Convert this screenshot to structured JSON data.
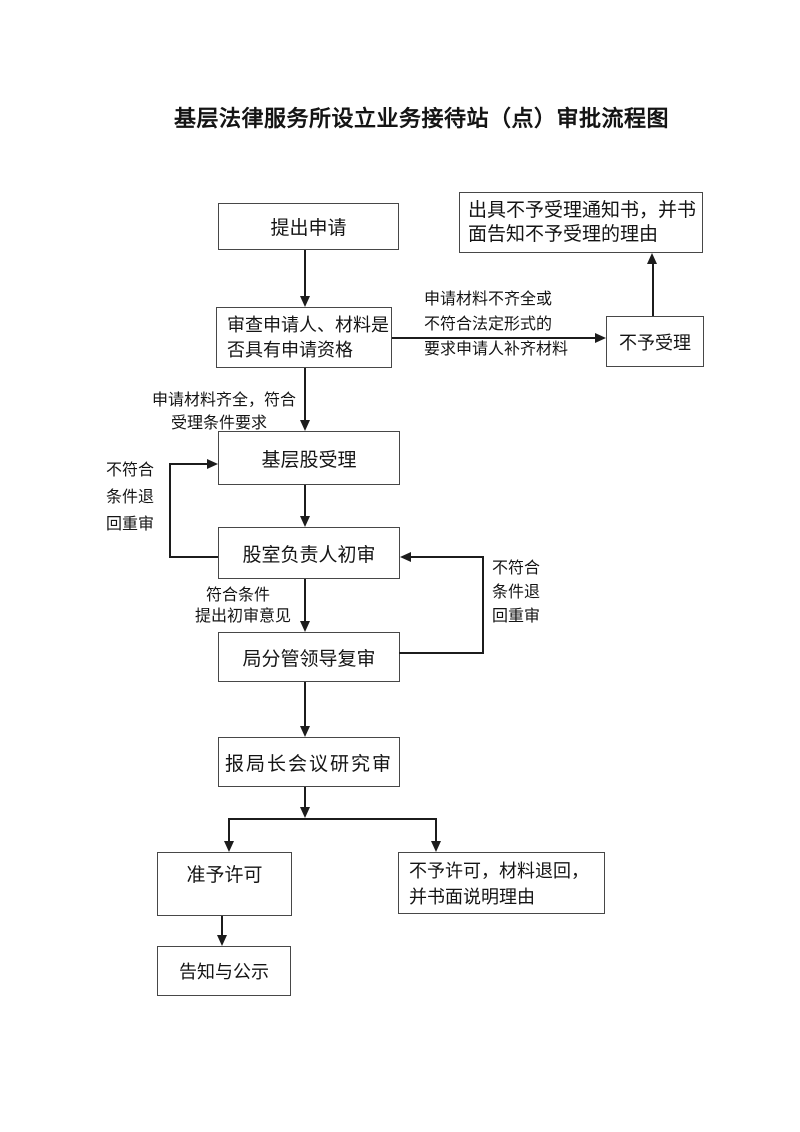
{
  "title": "基层法律服务所设立业务接待站（点）审批流程图",
  "flowchart": {
    "nodes": {
      "apply": "提出申请",
      "qualify_line1": "审查申请人、材料是",
      "qualify_line2": "否具有申请资格",
      "notice_line1": "出具不予受理通知书，并书",
      "notice_line2": "面告知不予受理的理由",
      "not_accepted": "不予受理",
      "grassroots_accept": "基层股受理",
      "section_initial_review": "股室负责人初审",
      "deputy_director_review": "局分管领导复审",
      "director_meeting_review": "报局长会议研究审",
      "permit": "准予许可",
      "deny_line1": "不予许可，材料退回，",
      "deny_line2": "并书面说明理由",
      "announce": "告知与公示"
    },
    "edge_labels": {
      "incomplete_line1": "申请材料不齐全或",
      "incomplete_line2": "不符合法定形式的",
      "incomplete_line3": "要求申请人补齐材料",
      "complete_line1": "申请材料齐全，符合",
      "complete_line2": "受理条件要求",
      "return_left_line1": "不符合",
      "return_left_line2": "条件退",
      "return_left_line3": "回重审",
      "pass_line1": "符合条件",
      "pass_line2": "提出初审意见",
      "return_right_line1": "不符合",
      "return_right_line2": "条件退",
      "return_right_line3": "回重审"
    }
  }
}
